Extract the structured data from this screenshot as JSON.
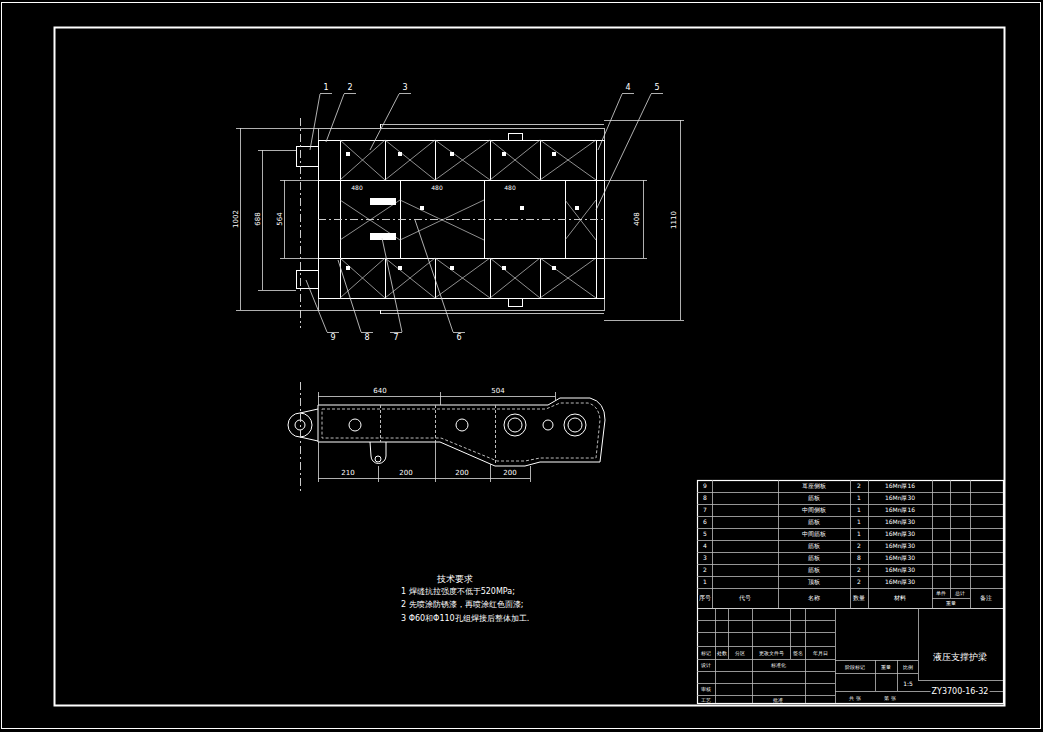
{
  "diagram": {
    "labels": [
      "1",
      "2",
      "3",
      "4",
      "5",
      "9",
      "8",
      "7",
      "6",
      "1002",
      "688",
      "564",
      "1110",
      "408",
      "480",
      "480",
      "480",
      "640",
      "504",
      "210",
      "200",
      "200",
      "200",
      "技术要求",
      "1 焊缝抗拉强度不低于520MPa;",
      "2 先喷涂防锈漆，再喷涂红色面漆;",
      "3 Φ60和Φ110孔组焊接后整体加工.",
      "9",
      "耳座侧板",
      "2",
      "16Mn厚16",
      "8",
      "筋板",
      "1",
      "16Mn厚30",
      "7",
      "中间侧板",
      "1",
      "16Mn厚16",
      "6",
      "筋板",
      "1",
      "16Mn厚30",
      "5",
      "中间筋板",
      "1",
      "16Mn厚30",
      "4",
      "筋板",
      "2",
      "16Mn厚30",
      "3",
      "筋板",
      "8",
      "16Mn厚30",
      "2",
      "筋板",
      "2",
      "16Mn厚30",
      "1",
      "顶板",
      "2",
      "16Mn厚30",
      "序号",
      "代号",
      "名称",
      "数量",
      "材料",
      "单件",
      "总计",
      "重量",
      "备注",
      "标记",
      "处数",
      "分区",
      "更改文件号",
      "签名",
      "年月日",
      "设计",
      "标准化",
      "审核",
      "工艺",
      "批准",
      "阶段标记",
      "重量",
      "比例",
      "1:5",
      "共 张",
      "第 张",
      "液压支撑护梁",
      "ZY3700-16-32"
    ]
  }
}
